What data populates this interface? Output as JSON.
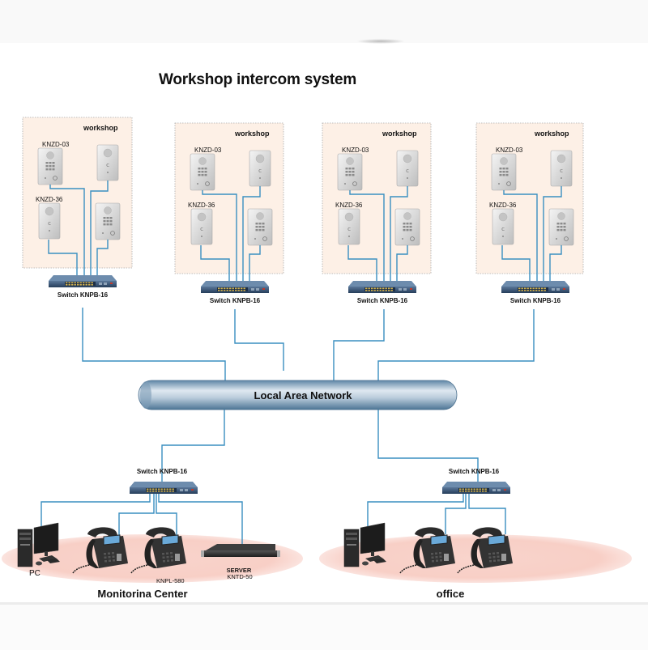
{
  "title": "Workshop intercom system",
  "workshops": [
    {
      "label": "workshop",
      "keypad_model": "KNZD-03",
      "simple_model": "KNZD-36",
      "switch_label": "Switch KNPB-16"
    },
    {
      "label": "workshop",
      "keypad_model": "KNZD-03",
      "simple_model": "KNZD-36",
      "switch_label": "Switch KNPB-16"
    },
    {
      "label": "workshop",
      "keypad_model": "KNZD-03",
      "simple_model": "KNZD-36",
      "switch_label": "Switch KNPB-16"
    },
    {
      "label": "workshop",
      "keypad_model": "KNZD-03",
      "simple_model": "KNZD-36",
      "switch_label": "Switch KNPB-16"
    }
  ],
  "network": {
    "label": "Local Area Network"
  },
  "monitoring_center": {
    "label": "Monitorina Center",
    "switch_label": "Switch KNPB-16",
    "pc_label": "PC",
    "phone_model": "KNPL-580",
    "server_label": "SERVER",
    "server_model": "KNTD-50"
  },
  "office": {
    "label": "office",
    "switch_label": "Switch KNPB-16"
  },
  "colors": {
    "cable": "#3a8fc0",
    "workshop_bg": "#fdf0e6",
    "zone_fill": "#f8cfc6",
    "switch_body": "#2e4a6b",
    "switch_ports": "#c8a84a"
  }
}
